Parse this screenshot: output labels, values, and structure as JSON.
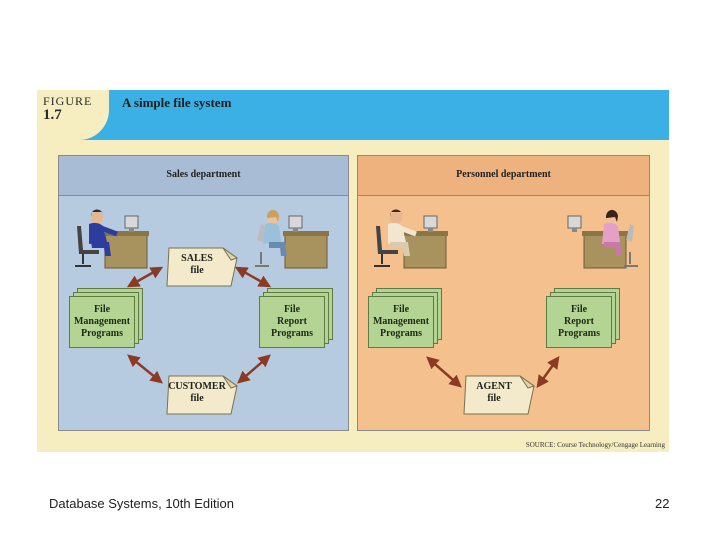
{
  "figure": {
    "label": "FIGURE",
    "number": "1.7",
    "title": "A simple file system",
    "source": "SOURCE: Course Technology/Cengage Learning"
  },
  "sales": {
    "header": "Sales department",
    "sales_file": "SALES\nfile",
    "customer_file": "CUSTOMER\nfile",
    "file_mgmt": "File\nManagement\nPrograms",
    "file_report": "File\nReport\nPrograms"
  },
  "personnel": {
    "header": "Personnel department",
    "agent_file": "AGENT\nfile",
    "file_mgmt": "File\nManagement\nPrograms",
    "file_report": "File\nReport\nPrograms"
  },
  "footer": {
    "left": "Database Systems, 10th Edition",
    "right": "22"
  },
  "colors": {
    "header_band": "#3bb0e4",
    "sales_panel": "#b6cbe0",
    "personnel_panel": "#f4c08e",
    "program_stack": "#b3d493",
    "file_folder": "#f2eaca",
    "arrow": "#8b3a24"
  }
}
